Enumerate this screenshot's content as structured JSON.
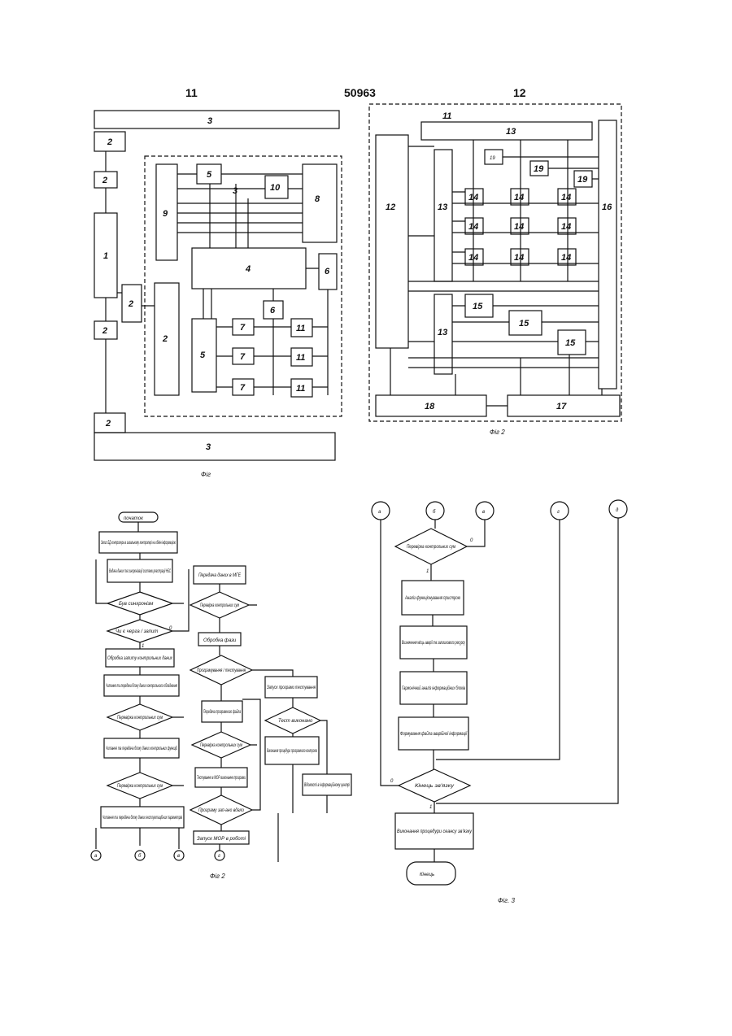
{
  "header": {
    "left_page": "11",
    "patent_no": "50963",
    "right_page": "12"
  },
  "fig1": {
    "caption": "Фіг",
    "blocks": {
      "bus_top": "3",
      "bus_bottom": "3",
      "if_a": "2",
      "if_b": "2",
      "if_c": "2",
      "if_d": "2",
      "if_e": "2",
      "if_f": "2",
      "cpu": "1",
      "mux": "9",
      "ctl": "5",
      "inner_bus": "3",
      "b10": "10",
      "b8": "8",
      "mem": "4",
      "b6a": "6",
      "b6b": "6",
      "b5": "5",
      "b7a": "7",
      "b7b": "7",
      "b7c": "7",
      "b11a": "11",
      "b11b": "11",
      "b11c": "11"
    }
  },
  "fig2": {
    "caption": "Фіг 2",
    "blocks": {
      "top_num": "11",
      "bus13_top": "13",
      "b12": "12",
      "b13_mid": "13",
      "b13_low": "13",
      "b16": "16",
      "b19a": "19",
      "b19b": "19",
      "b19c": "19",
      "m1": "14",
      "m2": "14",
      "m3": "14",
      "m4": "14",
      "m5": "14",
      "m6": "14",
      "m7": "14",
      "m8": "14",
      "m9": "14",
      "f1": "15",
      "f2": "15",
      "f3": "15",
      "b18": "18",
      "b17": "17"
    }
  },
  "fig_left": {
    "caption": "Фіг 2",
    "steps": {
      "start": "початок",
      "s1": "Запис БД контролера в загальному контролері на обмін інформацією",
      "s2": "Видача даних та синхронізації системи реєстрації НБС",
      "d1": "Був синхронізм",
      "d2": "Чи є черга / запит",
      "s3": "Обробка запиту контрольних даних",
      "s4": "Читання та передача блоку даних контрольного обладнання",
      "d3": "Перевірка контрольних сум",
      "s5": "Читання та передача блоку даних контрольних функцій",
      "d4": "Перевірка контрольних сум",
      "s6": "Читання та передача блоку даних експлуатаційних параметрів",
      "c1": "а",
      "c2": "б",
      "c3": "в",
      "s7": "Передача даних в МГЕ",
      "d5": "Перевірка контрольних сум",
      "s8": "Обробка фази",
      "d6": "Програмування / тестування",
      "s9": "Передача програмного файла",
      "d7": "Перевірка контрольних сум",
      "s10": "Тестування в МОР виконання програми",
      "d8": "Програму зап-ано вдало",
      "s11": "Запуск МОР в роботі",
      "c4": "г",
      "s12": "Запуск програми тестування",
      "d9": "Тест виконано",
      "s13": "Виконання процедури програмного контролю",
      "s14": "Відомості в інформаційному центрі",
      "yes": "1",
      "no": "0"
    }
  },
  "fig3": {
    "caption": "Фіг. 3",
    "connectors": {
      "a": "а",
      "b": "б",
      "v": "в",
      "g": "г",
      "d": "д"
    },
    "steps": {
      "d1": "Перевірка контрольних сум",
      "s1": "Аналіз функціонування пристрою",
      "s2": "Визначення місць аварії та залишкового ресурсу",
      "s3": "Гармонічний аналіз інформаційних блоків",
      "s4": "Формування файла аварійної інформації",
      "d2": "Кінець зв'язку",
      "s5": "Виконання процедури сеансу зв'язку",
      "end": "Кінець"
    },
    "yes": "1",
    "no": "0"
  },
  "colors": {
    "ink": "#111111",
    "paper": "#ffffff"
  }
}
